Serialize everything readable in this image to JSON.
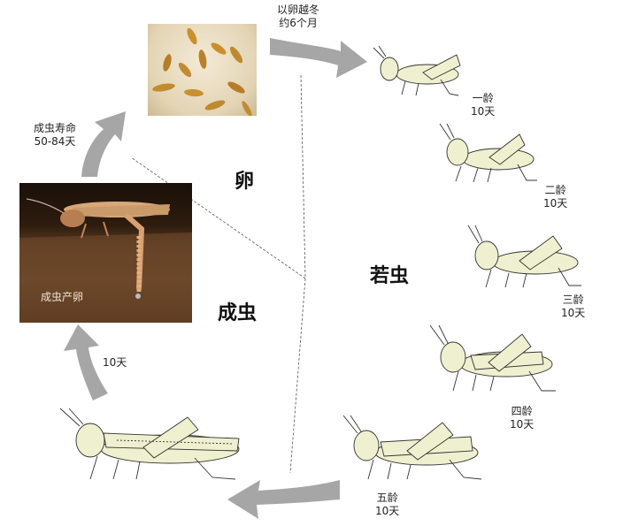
{
  "stages": {
    "egg": "卵",
    "nymph": "若虫",
    "adult": "成虫"
  },
  "labels": {
    "overwinter_line1": "以卵越冬",
    "overwinter_line2": "约6个月",
    "lifespan_line1": "成虫寿命",
    "lifespan_line2": "50-84天",
    "adult_duration": "10天",
    "oviposition": "成虫产卵"
  },
  "instars": [
    {
      "name": "一龄",
      "duration": "10天"
    },
    {
      "name": "二龄",
      "duration": "10天"
    },
    {
      "name": "三龄",
      "duration": "10天"
    },
    {
      "name": "四龄",
      "duration": "10天"
    },
    {
      "name": "五龄",
      "duration": "10天"
    }
  ],
  "colors": {
    "arrow": "#a6a6a6",
    "insect_fill": "#eef0cf",
    "egg_bg": "#e9dcc0",
    "egg": "#c9912e",
    "soil": "#5a3a22"
  }
}
